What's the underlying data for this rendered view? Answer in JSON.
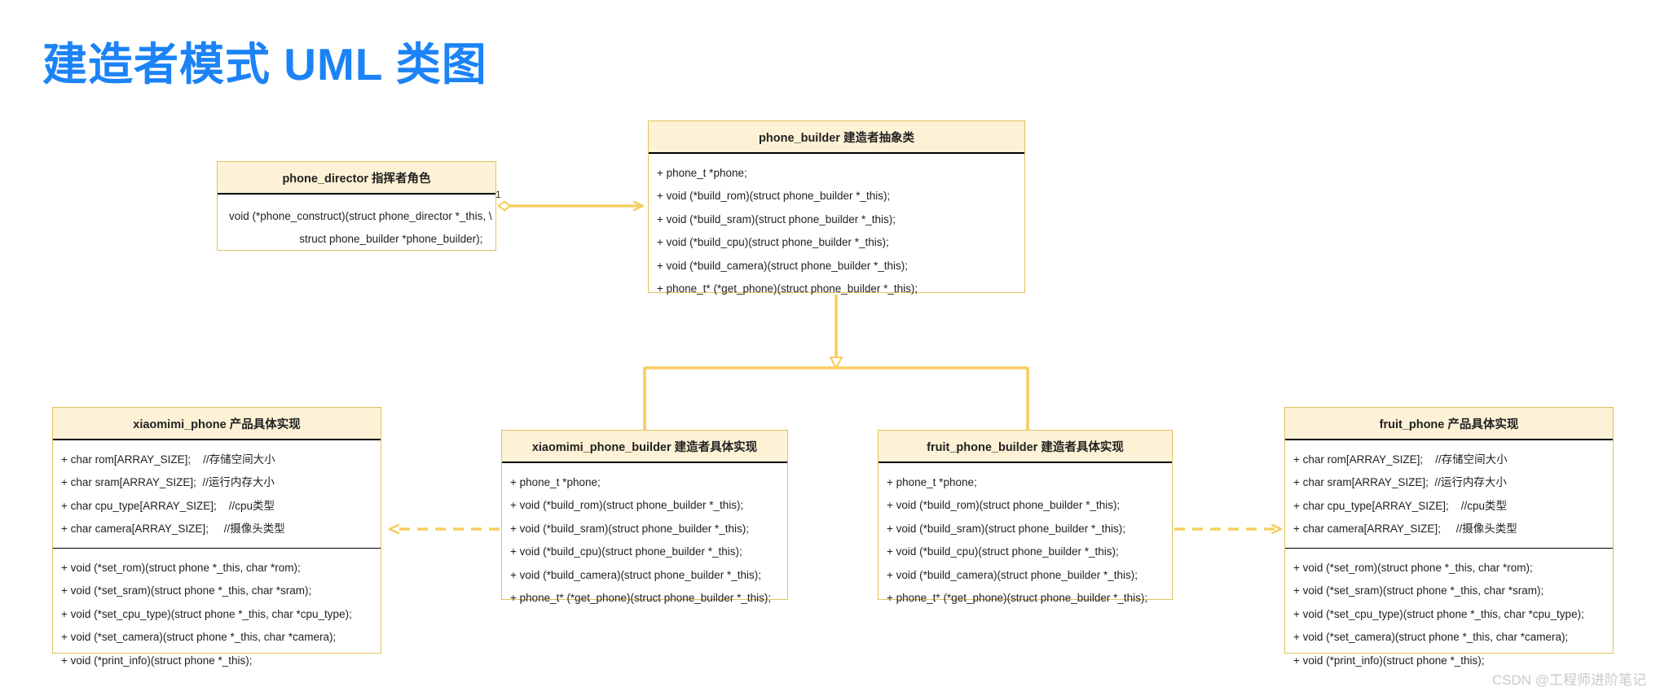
{
  "page": {
    "title": "建造者模式 UML 类图",
    "title_color": "#1c83f7",
    "background": "#ffffff",
    "watermark": "CSDN @工程师进阶笔记"
  },
  "theme": {
    "box_border": "#e3c15c",
    "header_fill": "#fdf2d6",
    "separator": "#000000",
    "connector": "#f7cd5f",
    "text": "#1f1f1f"
  },
  "classes": {
    "phone_director": {
      "header": "phone_director 指挥者角色",
      "sections": [
        [
          "void (*phone_construct)(struct phone_director *_this, \\",
          "                       struct phone_builder *phone_builder);"
        ]
      ]
    },
    "phone_builder": {
      "header": "phone_builder 建造者抽象类",
      "sections": [
        [
          "+ phone_t *phone;",
          "+ void (*build_rom)(struct phone_builder *_this);",
          "+ void (*build_sram)(struct phone_builder *_this);",
          "+ void (*build_cpu)(struct phone_builder *_this);",
          "+ void (*build_camera)(struct phone_builder *_this);",
          "+ phone_t* (*get_phone)(struct phone_builder *_this);"
        ]
      ]
    },
    "xiaomimi_phone": {
      "header": "xiaomimi_phone 产品具体实现",
      "sections": [
        [
          "+ char rom[ARRAY_SIZE];    //存储空间大小",
          "+ char sram[ARRAY_SIZE];  //运行内存大小",
          "+ char cpu_type[ARRAY_SIZE];    //cpu类型",
          "+ char camera[ARRAY_SIZE];     //摄像头类型"
        ],
        [
          "+ void (*set_rom)(struct phone *_this, char *rom);",
          "+ void (*set_sram)(struct phone *_this, char *sram);",
          "+ void (*set_cpu_type)(struct phone *_this, char *cpu_type);",
          "+ void (*set_camera)(struct phone *_this, char *camera);",
          "+ void (*print_info)(struct phone *_this);"
        ]
      ]
    },
    "xiaomimi_phone_builder": {
      "header": "xiaomimi_phone_builder 建造者具体实现",
      "sections": [
        [
          "+ phone_t *phone;",
          "+ void (*build_rom)(struct phone_builder *_this);",
          "+ void (*build_sram)(struct phone_builder *_this);",
          "+ void (*build_cpu)(struct phone_builder *_this);",
          "+ void (*build_camera)(struct phone_builder *_this);",
          "+ phone_t* (*get_phone)(struct phone_builder *_this);"
        ]
      ]
    },
    "fruit_phone_builder": {
      "header": "fruit_phone_builder 建造者具体实现",
      "sections": [
        [
          "+ phone_t *phone;",
          "+ void (*build_rom)(struct phone_builder *_this);",
          "+ void (*build_sram)(struct phone_builder *_this);",
          "+ void (*build_cpu)(struct phone_builder *_this);",
          "+ void (*build_camera)(struct phone_builder *_this);",
          "+ phone_t* (*get_phone)(struct phone_builder *_this);"
        ]
      ]
    },
    "fruit_phone": {
      "header": "fruit_phone 产品具体实现",
      "sections": [
        [
          "+ char rom[ARRAY_SIZE];    //存储空间大小",
          "+ char sram[ARRAY_SIZE];  //运行内存大小",
          "+ char cpu_type[ARRAY_SIZE];    //cpu类型",
          "+ char camera[ARRAY_SIZE];     //摄像头类型"
        ],
        [
          "+ void (*set_rom)(struct phone *_this, char *rom);",
          "+ void (*set_sram)(struct phone *_this, char *sram);",
          "+ void (*set_cpu_type)(struct phone *_this, char *cpu_type);",
          "+ void (*set_camera)(struct phone *_this, char *camera);",
          "+ void (*print_info)(struct phone *_this);"
        ]
      ]
    }
  },
  "relations": {
    "director_to_builder": {
      "type": "aggregation",
      "from": "phone_director",
      "to": "phone_builder",
      "multiplicity": "1"
    },
    "xiaomimi_builder_inherits": {
      "type": "generalization",
      "from": "xiaomimi_phone_builder",
      "to": "phone_builder"
    },
    "fruit_builder_inherits": {
      "type": "generalization",
      "from": "fruit_phone_builder",
      "to": "phone_builder"
    },
    "xiaomimi_builder_creates": {
      "type": "dependency",
      "from": "xiaomimi_phone_builder",
      "to": "xiaomimi_phone"
    },
    "fruit_builder_creates": {
      "type": "dependency",
      "from": "fruit_phone_builder",
      "to": "fruit_phone"
    }
  }
}
